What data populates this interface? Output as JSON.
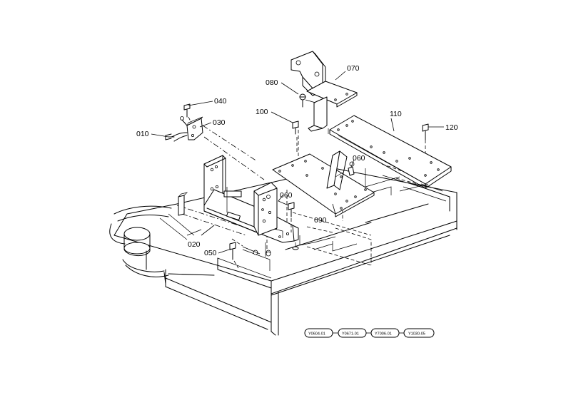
{
  "parts": [
    {
      "id": "p010",
      "label": "010"
    },
    {
      "id": "p020",
      "label": "020"
    },
    {
      "id": "p030",
      "label": "030"
    },
    {
      "id": "p040",
      "label": "040"
    },
    {
      "id": "p050",
      "label": "050"
    },
    {
      "id": "p060a",
      "label": "060"
    },
    {
      "id": "p060b",
      "label": "060"
    },
    {
      "id": "p070",
      "label": "070"
    },
    {
      "id": "p080",
      "label": "080"
    },
    {
      "id": "p090",
      "label": "090"
    },
    {
      "id": "p100",
      "label": "100"
    },
    {
      "id": "p110",
      "label": "110"
    },
    {
      "id": "p120",
      "label": "120"
    }
  ],
  "references": [
    "Y0604-01",
    "Y0671-01",
    "Y7006-01",
    "Y1030-05"
  ]
}
